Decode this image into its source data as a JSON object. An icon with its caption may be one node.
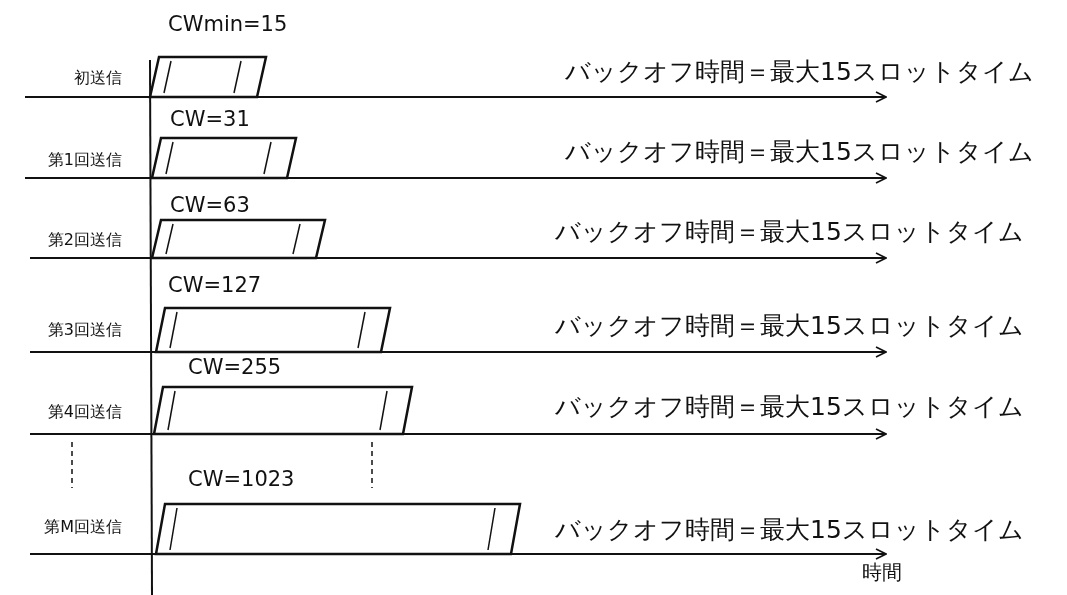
{
  "diagram": {
    "labels": [
      "CWmin=15",
      "初送信",
      "バックオフ時間＝最大15スロットタイム",
      "CW=31",
      "第1回送信",
      "バックオフ時間＝最大15スロットタイム",
      "CW=63",
      "第2回送信",
      "バックオフ時間＝最大15スロットタイム",
      "CW=127",
      "第3回送信",
      "バックオフ時間＝最大15スロットタイム",
      "CW=255",
      "第4回送信",
      "バックオフ時間＝最大15スロットタイム",
      "CW=1023",
      "第M回送信",
      "バックオフ時間＝最大15スロットタイム",
      "時間"
    ]
  }
}
